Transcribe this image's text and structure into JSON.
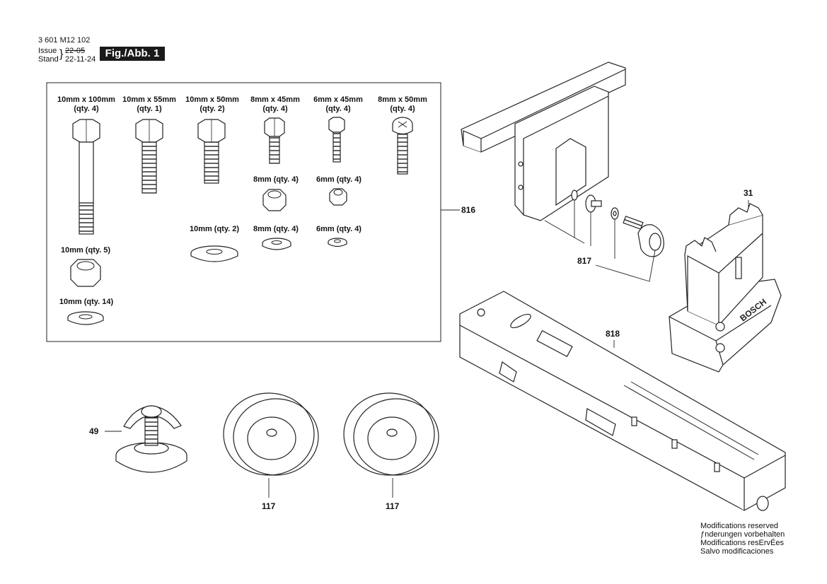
{
  "header": {
    "part_number": "3 601 M12 102",
    "issue_label": "Issue",
    "stand_label": "Stand",
    "issue_date": "22-05",
    "stand_date": "22-11-24",
    "figure_tag": "Fig./Abb. 1"
  },
  "hardware": {
    "bolts": [
      {
        "size": "10mm x 100mm",
        "qty": "(qty. 4)"
      },
      {
        "size": "10mm x 55mm",
        "qty": "(qty. 1)"
      },
      {
        "size": "10mm x 50mm",
        "qty": "(qty. 2)"
      },
      {
        "size": "8mm x 45mm",
        "qty": "(qty. 4)"
      },
      {
        "size": "6mm x 45mm",
        "qty": "(qty. 4)"
      },
      {
        "size": "8mm x 50mm",
        "qty": "(qty. 4)"
      }
    ],
    "nuts": [
      {
        "label": "8mm (qty. 4)"
      },
      {
        "label": "6mm (qty. 4)"
      },
      {
        "label": "10mm (qty. 5)"
      }
    ],
    "washers": [
      {
        "label": "10mm (qty. 2)"
      },
      {
        "label": "8mm (qty. 4)"
      },
      {
        "label": "6mm (qty. 4)"
      },
      {
        "label": "10mm (qty. 14)"
      }
    ]
  },
  "callouts": {
    "kit": "816",
    "knob_set": "817",
    "clamp": "31",
    "rail": "818",
    "foot": "49",
    "wheel_left": "117",
    "wheel_right": "117"
  },
  "brand_text": "BOSCH",
  "modifications": [
    "Modifications reserved",
    "ƒnderungen vorbehalten",
    "Modifications resErvÉes",
    "Salvo modificaciones"
  ]
}
